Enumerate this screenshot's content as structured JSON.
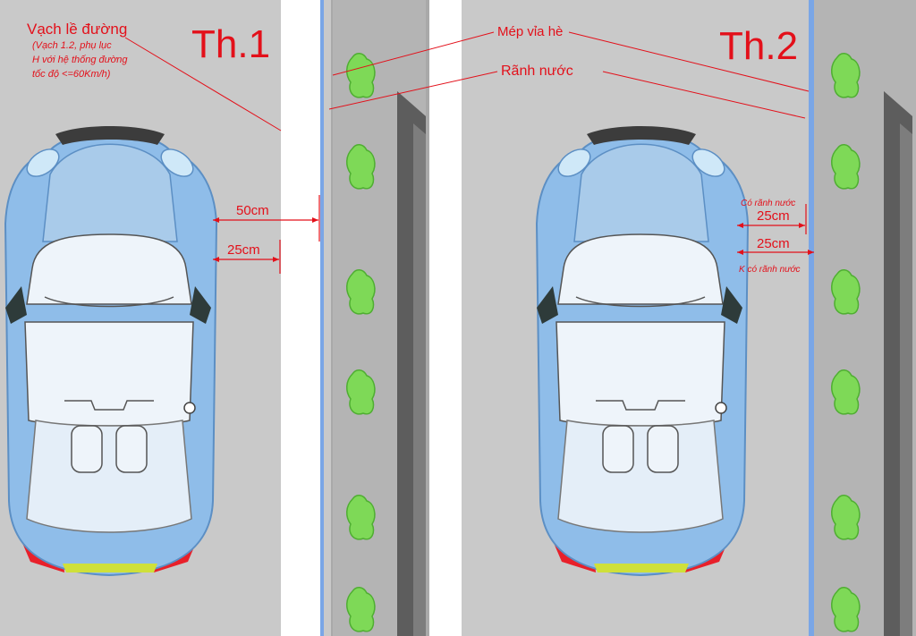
{
  "colors": {
    "road": "#c9c9c9",
    "sidewalk": "#a9a9a9",
    "gutter": "#7aa6e6",
    "car_body": "#8fbde9",
    "car_panel": "#eef4fa",
    "annotation": "#e3101a",
    "bush": "#7ed957"
  },
  "panel1": {
    "title": "Th.1",
    "road_line_label": "Vạch lề đường",
    "road_line_note_1": "(Vạch 1.2, phụ lục",
    "road_line_note_2": "H với hệ thống đường",
    "road_line_note_3": "tốc độ <=60Km/h)",
    "dim_50": "50cm",
    "dim_25": "25cm"
  },
  "panel2": {
    "title": "Th.2",
    "curb_edge_label": "Mép vỉa hè",
    "gutter_label": "Rãnh nước",
    "with_gutter_note": "Có rãnh nước",
    "dim_25_with_gutter": "25cm",
    "dim_25_without_gutter": "25cm",
    "without_gutter_note": "K có rãnh nước"
  }
}
